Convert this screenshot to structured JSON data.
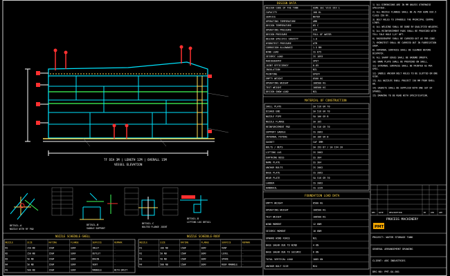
{
  "elevation": {
    "vessel_label": "VESSEL ELEVATION",
    "overall_dim": "TF DIA 3M | LENGTH 12M | OVERALL 15M"
  },
  "design_data": {
    "title": "DESIGN DATA",
    "rows": [
      [
        "DESIGN CODE OF THE TANK",
        "ASME SEC VIII DIV 1"
      ],
      [
        "CAPACITY",
        "100 KL"
      ],
      [
        "SERVICE",
        "WATER"
      ],
      [
        "OPERATING TEMPERATURE",
        "AMB"
      ],
      [
        "DESIGN TEMPERATURE",
        "65 C"
      ],
      [
        "OPERATING PRESSURE",
        "ATM"
      ],
      [
        "DESIGN PRESSURE",
        "FULL OF WATER"
      ],
      [
        "DESIGN SPECIFIC GRAVITY",
        "1.0"
      ],
      [
        "HYDROTEST PRESSURE",
        "ATM"
      ],
      [
        "CORROSION ALLOWANCE",
        "1.5 MM"
      ],
      [
        "WIND LOAD",
        "IS 875"
      ],
      [
        "SEISMIC LOAD",
        "IS 1893"
      ],
      [
        "RADIOGRAPHY",
        "SPOT"
      ],
      [
        "JOINT EFFICIENCY",
        "0.85"
      ],
      [
        "INSULATION",
        "NIL"
      ],
      [
        "PAINTING",
        "EPOXY"
      ],
      [
        "EMPTY WEIGHT",
        "8500 KG"
      ],
      [
        "OPERATING WEIGHT",
        "108500 KG"
      ],
      [
        "TEST WEIGHT",
        "108500 KG"
      ],
      [
        "DESIGN SNOW LOAD",
        "NIL"
      ]
    ]
  },
  "materials": {
    "title": "MATERIAL OF CONSTRUCTION",
    "rows": [
      [
        "SHELL PLATE",
        "SA 516 GR 70"
      ],
      [
        "DISHED END",
        "SA 516 GR 70"
      ],
      [
        "NOZZLE PIPE",
        "SA 106 GR B"
      ],
      [
        "NOZZLE FLANGE",
        "SA 105"
      ],
      [
        "REINFORCEMENT PAD",
        "SA 516 GR 70"
      ],
      [
        "SUPPORT SADDLE",
        "IS 2062"
      ],
      [
        "INTERNAL PIPING",
        "SA 106 GR B"
      ],
      [
        "GASKET",
        "CAF 3MM"
      ],
      [
        "BOLTS / NUTS",
        "SA 193 B7 / SA 194 2H"
      ],
      [
        "LIFTING LUG",
        "IS 2062"
      ],
      [
        "EARTHING BOSS",
        "SS 304"
      ],
      [
        "NAME PLATE",
        "SS 304"
      ],
      [
        "ANCHOR BOLTS",
        "IS 2062"
      ],
      [
        "BASE PLATE",
        "IS 2062"
      ],
      [
        "WEAR PLATE",
        "SA 516 GR 70"
      ],
      [
        "LADDER",
        "IS 2062"
      ],
      [
        "HANDRAIL",
        "IS 1239"
      ]
    ]
  },
  "foundation": {
    "title": "FOUNDATION LOAD DATA",
    "rows": [
      [
        "EMPTY WEIGHT",
        "8500 KG"
      ],
      [
        "OPERATING WEIGHT",
        "108500 KG"
      ],
      [
        "TEST WEIGHT",
        "108500 KG"
      ],
      [
        "WIND MOMENT",
        "12 KNM"
      ],
      [
        "SEISMIC MOMENT",
        "18 KNM"
      ],
      [
        "UPWARD WIND FORCE",
        "NIL"
      ],
      [
        "BASE SHEAR DUE TO WIND",
        "4 KN"
      ],
      [
        "BASE SHEAR DUE TO SEISMIC",
        "6 KN"
      ],
      [
        "TOTAL VERTICAL LOAD",
        "1085 KN"
      ],
      [
        "ANCHOR BOLT SIZE",
        "M24"
      ]
    ]
  },
  "notes": {
    "items": [
      "1) ALL DIMENSIONS ARE IN MM UNLESS OTHERWISE SPECIFIED.",
      "2) ALL NOZZLE FLANGES SHALL BE AS PER ASME B16.5 CLASS 150 RF.",
      "3) BOLT HOLES TO STRADDLE THE PRINCIPAL CENTRE LINES.",
      "4) ALL WELDING SHALL BE DONE BY QUALIFIED WELDERS.",
      "5) ALL REINFORCEMENT PADS SHALL BE PROVIDED WITH TELL TALE HOLE 1/4\" NPT.",
      "6) RADIOGRAPHY SHALL BE CARRIED OUT AS PER CODE.",
      "7) HYDROTEST SHALL BE CARRIED OUT IN FABRICATION SHOP.",
      "8) INTERNAL SURFACES SHALL BE CLEANED BEFORE DISPATCH.",
      "9) ALL SHARP EDGES SHALL BE GROUND SMOOTH.",
      "10) NAME PLATE SHALL BE PROVIDED ON SHELL.",
      "11) EXTERNAL SURFACES SHALL BE PAINTED AS PER SPEC.",
      "12) SADDLE ANCHOR BOLT HOLES TO BE SLOTTED ON ONE SIDE.",
      "13) ALL NOZZLES SHALL PROJECT 150 MM FROM SHELL OD.",
      "14) GASKETS SHALL BE SUPPLIED WITH ONE SET OF SPARES.",
      "15) DRAWING TO BE READ WITH SPECIFICATION."
    ]
  },
  "titleblock": {
    "rev_header": [
      "REV",
      "DATE",
      "DESCRIPTION",
      "BY",
      "CHK",
      "APP"
    ],
    "company": "PMT",
    "company_full": "PROCESS MACHINERY",
    "project_label": "PROJECT: WATER STORAGE TANK",
    "drawing_label": "GENERAL ARRANGEMENT DRAWING",
    "client_label": "CLIENT: ABC INDUSTRIES",
    "drg_no": "DRG NO: PMT-GA-001"
  },
  "nozzle_shell": {
    "title": "NOZZLE SCHEDULE-SHELL",
    "headers": [
      "NOZZLE",
      "SIZE",
      "RATING",
      "FLANGE",
      "SERVICE",
      "REMARK"
    ],
    "rows": [
      [
        "N1",
        "150 NB",
        "150#",
        "SORF",
        "INLET",
        "-"
      ],
      [
        "N2",
        "150 NB",
        "150#",
        "SORF",
        "OUTLET",
        "-"
      ],
      [
        "N3",
        "50 NB",
        "150#",
        "SORF",
        "DRAIN",
        "-"
      ],
      [
        "N4",
        "50 NB",
        "150#",
        "SORF",
        "VENT",
        "-"
      ],
      [
        "M1",
        "500 NB",
        "150#",
        "SORF",
        "MANHOLE",
        "WITH DAVIT"
      ]
    ]
  },
  "nozzle_roof": {
    "title": "NOZZLE SCHEDULE-ROOF",
    "headers": [
      "NOZZLE",
      "SIZE",
      "RATING",
      "FLANGE",
      "SERVICE",
      "REMARK"
    ],
    "rows": [
      [
        "R1",
        "100 NB",
        "150#",
        "SORF",
        "VENT",
        "-"
      ],
      [
        "R2",
        "50 NB",
        "150#",
        "SORF",
        "LEVEL",
        "-"
      ],
      [
        "R3",
        "50 NB",
        "150#",
        "SORF",
        "SPARE",
        "-"
      ],
      [
        "R4",
        "500 NB",
        "150#",
        "SORF",
        "ROOF MANHOLE",
        "-"
      ]
    ]
  },
  "details": {
    "a_label": "DETAIL-A",
    "a_sub": "NOZZLE WITH RF PAD",
    "b_label": "DETAIL-B",
    "b_sub": "SADDLE SUPPORT",
    "c_label": "DETAIL-C",
    "c_sub": "BOLTED FLANGE JOINT",
    "d_label": "DETAIL-D",
    "d_sub": "LIFTING LUG DETAIL"
  }
}
